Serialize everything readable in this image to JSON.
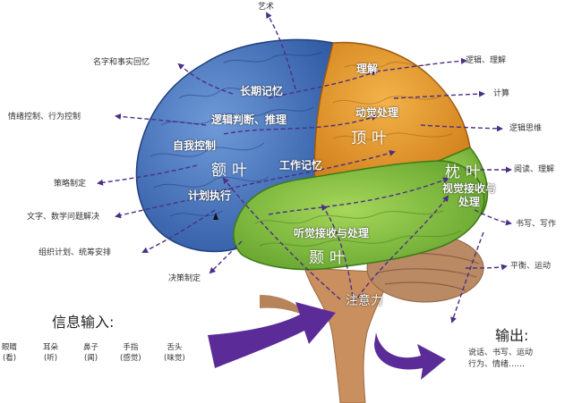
{
  "lobes": {
    "frontal": {
      "name": "额叶",
      "functions": [
        "长期记忆",
        "逻辑判断、推理",
        "自我控制",
        "工作记忆",
        "计划执行"
      ],
      "color": "#3f6fb8"
    },
    "parietal": {
      "name": "顶叶",
      "functions": [
        "理解",
        "动觉处理"
      ],
      "color": "#e69a2a"
    },
    "occipital": {
      "name": "枕叶",
      "functions": [
        "视觉接收与处理"
      ],
      "color": "#8cbf3a"
    },
    "temporal": {
      "name": "颞叶",
      "functions": [
        "听觉接收与处理"
      ],
      "color": "#7cc03a"
    }
  },
  "attention": "注意力",
  "left_labels": [
    "艺术",
    "名字和事实回忆",
    "情绪控制、行为控制",
    "策略制定",
    "文字、数学问题解决",
    "组织计划、统筹安排",
    "决策制定"
  ],
  "right_labels": [
    "逻辑、理解",
    "计算",
    "逻辑思维",
    "阅读、理解",
    "书写、写作",
    "平衡、运动"
  ],
  "input": {
    "title": "信息输入:",
    "senses": [
      {
        "organ": "眼睛",
        "sense": "(看)"
      },
      {
        "organ": "耳朵",
        "sense": "(听)"
      },
      {
        "organ": "鼻子",
        "sense": "(闻)"
      },
      {
        "organ": "手指",
        "sense": "(感觉)"
      },
      {
        "organ": "舌头",
        "sense": "(味觉)"
      }
    ]
  },
  "output": {
    "title": "输出:",
    "line1": "说话、书写、运动",
    "line2": "行为、情绪……"
  },
  "colors": {
    "arrow": "#4b2f86",
    "big_arrow": "#5b2c98",
    "stem": "#c98f5e",
    "cerebellum": "#b98a64"
  }
}
